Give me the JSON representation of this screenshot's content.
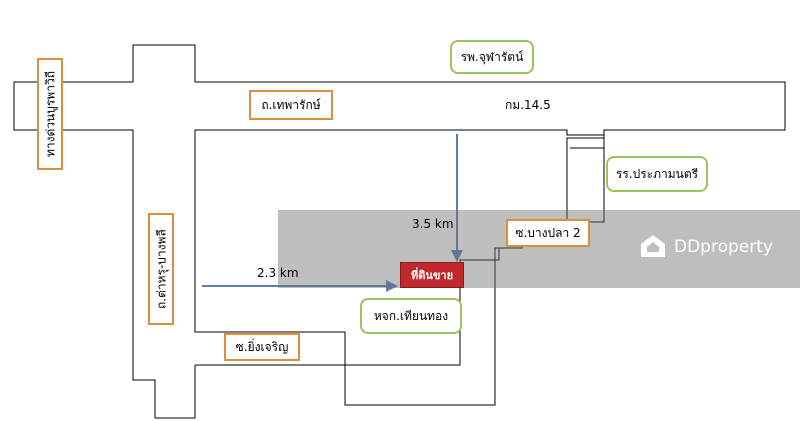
{
  "roads": {
    "main_road_label": "ถ.เทพารักษ์",
    "left_vertical_label": "ทางด่วนบูรพาวิถี",
    "center_vertical_label": "ถ.ต่าหรุ-บางพลี",
    "soi_bangpla_label": "ซ.บางปลา 2",
    "soi_yingcharoen_label": "ซ.ยิ่งเจริญ"
  },
  "places": {
    "hospital": "รพ.จุฬารัตน์",
    "school": "รร.ประภามนตรี",
    "shop": "หจก.เทียนทอง",
    "land_for_sale": "ที่ดินขาย"
  },
  "annotations": {
    "km_marker": "กม.14.5",
    "distance_vertical": "3.5 km",
    "distance_horizontal": "2.3 km"
  },
  "watermark": {
    "brand": "DDproperty"
  },
  "colors": {
    "road_outline": "#000000",
    "arrow": "#5b7fb0",
    "label_border_orange": "#d8903f",
    "label_border_green": "#9bc45a",
    "land_marker": "#c0282d"
  }
}
